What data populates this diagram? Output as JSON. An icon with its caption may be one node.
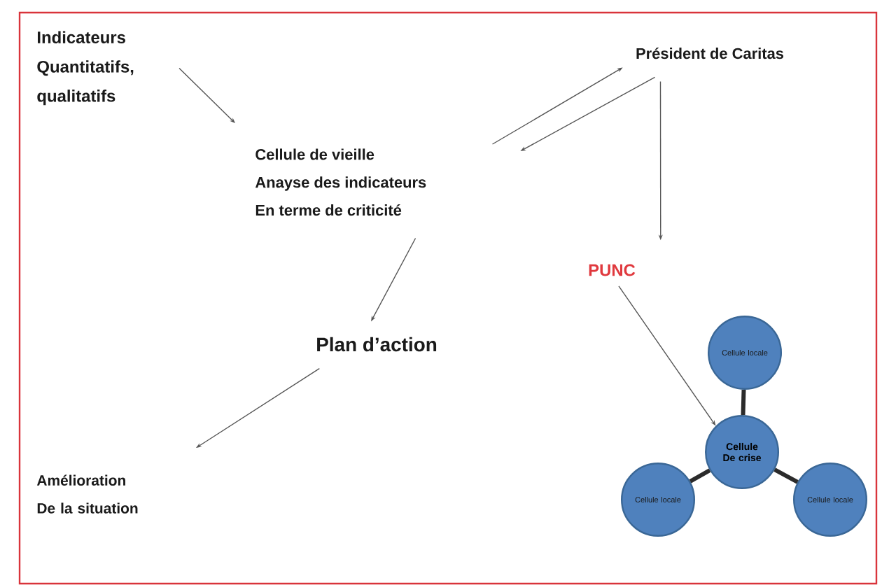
{
  "diagram": {
    "nodes": [
      {
        "text": [
          "Indicateurs Quantitatifs, qualitatifs"
        ]
      },
      {
        "text": [
          "Cellule de vieille Anayse des indicateurs En terme de criticité"
        ]
      },
      {
        "text": [
          "Président de Caritas"
        ]
      },
      {
        "text": [
          "PUNC"
        ]
      },
      {
        "text": [
          "Plan d’action"
        ]
      },
      {
        "text": [
          "Amélioration De la situation"
        ]
      },
      {
        "text": [
          "Cellule locale"
        ]
      },
      {
        "text": [
          "Cellule De crise"
        ]
      },
      {
        "text": [
          "Cellule locale"
        ]
      },
      {
        "text": [
          "Cellule locale"
        ]
      }
    ],
    "edges": [
      {
        "from": 0,
        "to": 1,
        "arrow": "to"
      },
      {
        "from": 1,
        "to": 2,
        "arrow": "to"
      },
      {
        "from": 2,
        "to": 1,
        "arrow": "to"
      },
      {
        "from": 2,
        "to": 3,
        "arrow": "to"
      },
      {
        "from": 1,
        "to": 4,
        "arrow": "to"
      },
      {
        "from": 4,
        "to": 5,
        "arrow": "to"
      },
      {
        "from": 3,
        "to": 7,
        "arrow": "to"
      },
      {
        "from": 6,
        "to": 7,
        "arrow": "none",
        "style": "thick"
      },
      {
        "from": 7,
        "to": 8,
        "arrow": "none",
        "style": "thick"
      },
      {
        "from": 7,
        "to": 9,
        "arrow": "none",
        "style": "thick"
      }
    ]
  }
}
